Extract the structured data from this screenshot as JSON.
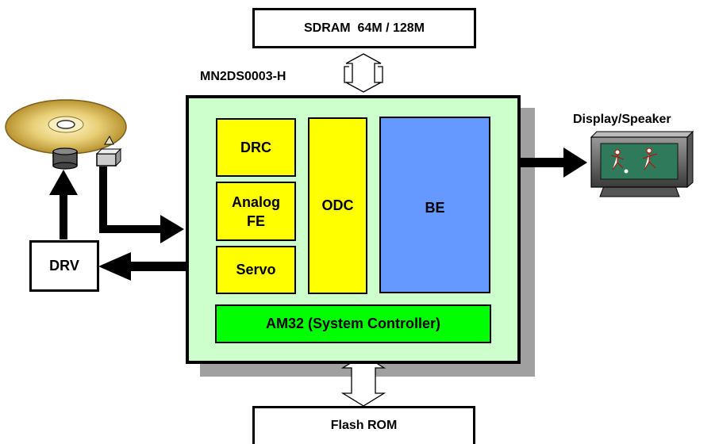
{
  "memory": {
    "sdram": "SDRAM  64M / 128M",
    "flash": "Flash ROM"
  },
  "chip": {
    "part_number": "MN2DS0003-H",
    "blocks": {
      "drc": "DRC",
      "analog_fe_line1": "Analog",
      "analog_fe_line2": "FE",
      "servo": "Servo",
      "odc": "ODC",
      "be": "BE",
      "system_controller": "AM32 (System Controller)"
    }
  },
  "drv": "DRV",
  "output": "Display/Speaker",
  "colors": {
    "chip_bg": "#ccffcc",
    "block_yellow": "#ffff00",
    "block_blue": "#6699ff",
    "block_green": "#00ff00",
    "shadow": "#a0a0a0",
    "disc_gold": "#d8b850"
  },
  "icons": [
    "optical-disc-icon",
    "spindle-motor-icon",
    "optical-pickup-icon",
    "display-speaker-icon"
  ]
}
